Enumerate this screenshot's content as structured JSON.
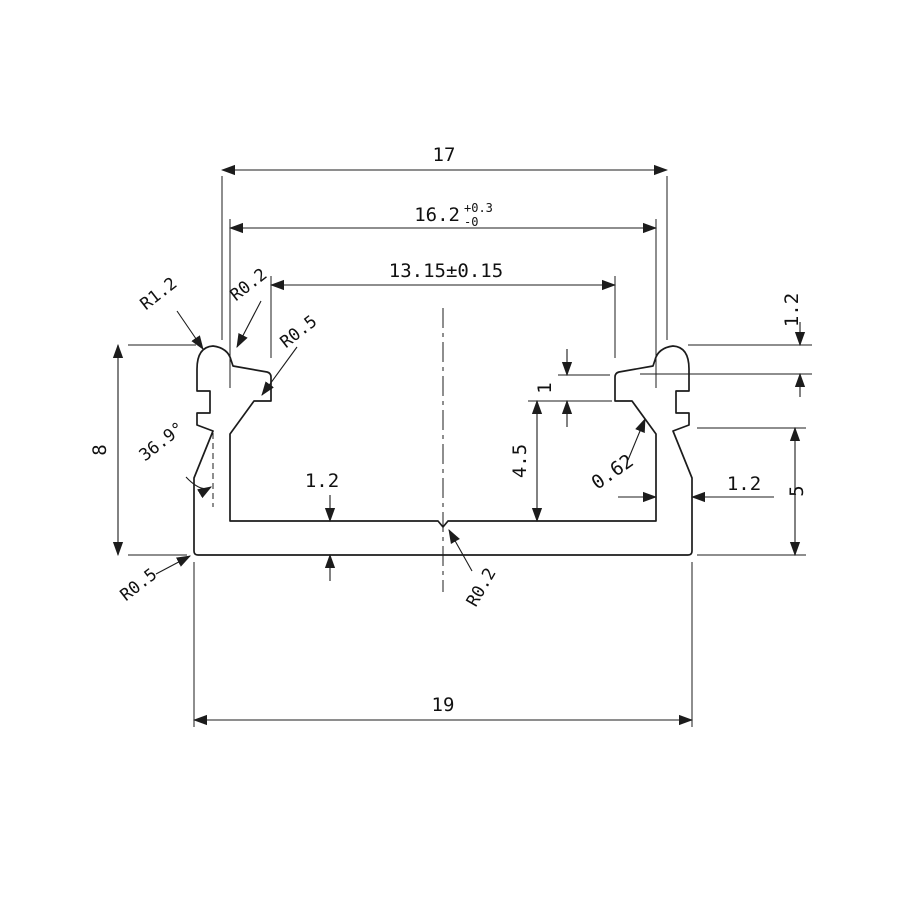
{
  "drawing": {
    "dimensions": {
      "top_width": "17",
      "inner_width": "16.2",
      "inner_width_tol_plus": "+0.3",
      "inner_width_tol_minus": "-0",
      "opening_width": "13.15±0.15",
      "overall_height": "8",
      "bottom_width": "19",
      "lip_height": "1.2",
      "side_height": "5",
      "wall_thickness": "1.2",
      "seat_depth": "4.5",
      "hook_height": "1",
      "ledge_width": "0.62",
      "floor_thickness": "1.2",
      "draft_angle": "36.9°",
      "radius_top_outer": "R1.2",
      "radius_top_inner": "R0.2",
      "radius_hook": "R0.5",
      "radius_bottom_corner": "R0.5",
      "radius_center_notch": "R0.2"
    }
  }
}
